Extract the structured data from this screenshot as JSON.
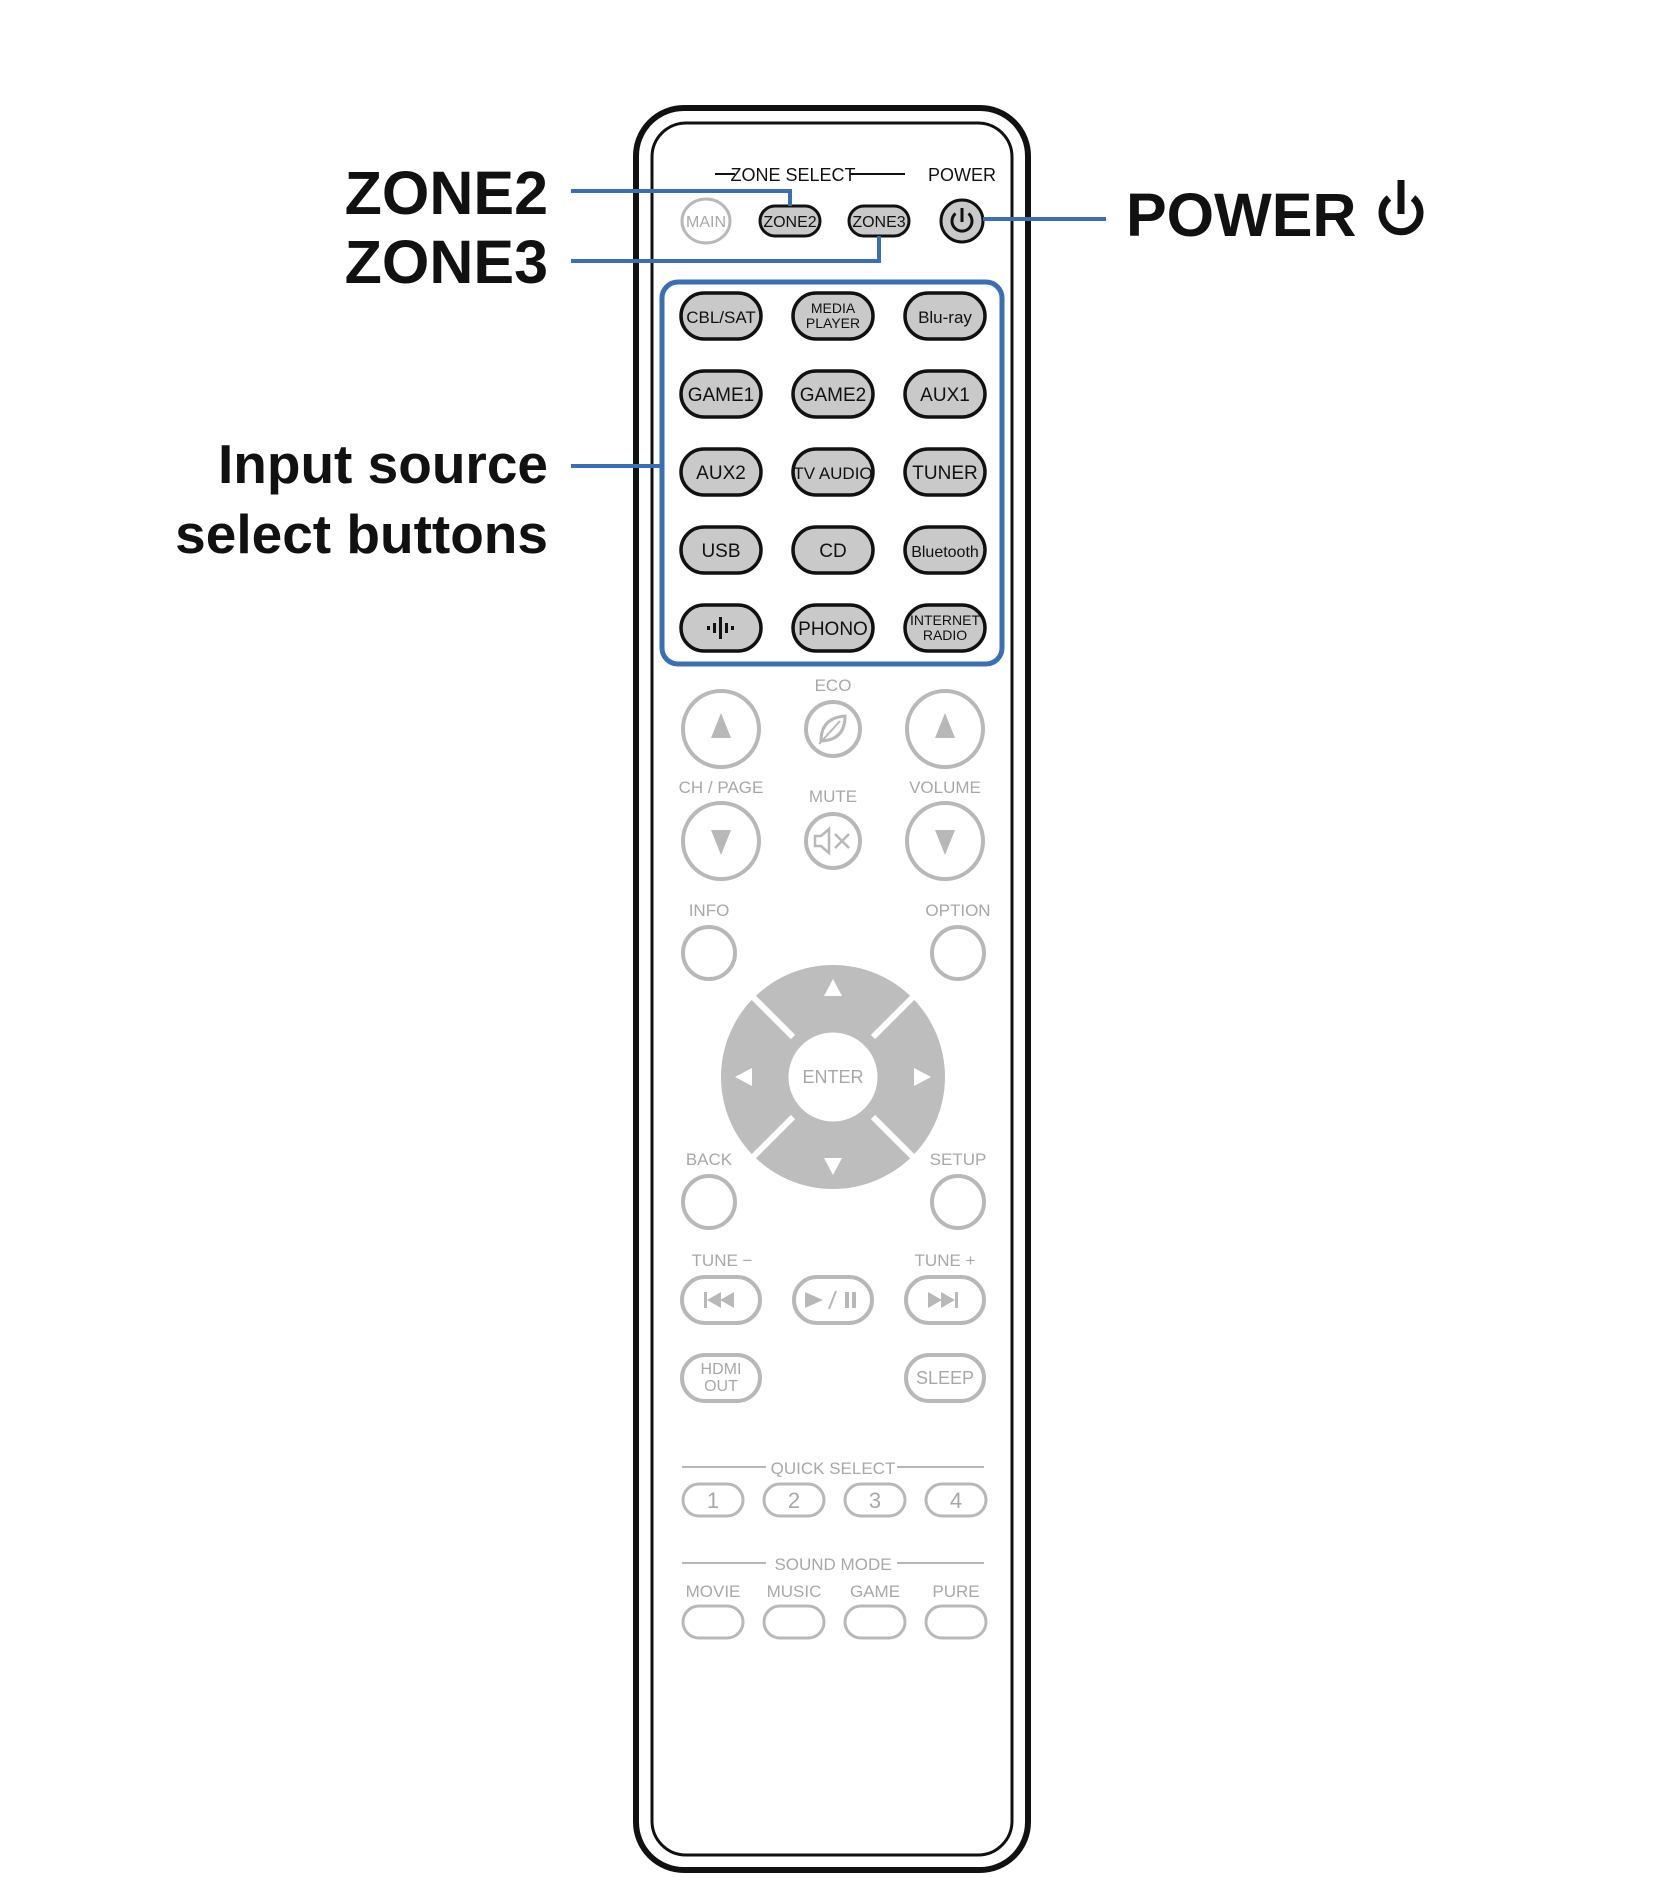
{
  "callouts": {
    "zone2": "ZONE2",
    "zone3": "ZONE3",
    "power": "POWER",
    "input_source_line1": "Input source",
    "input_source_line2": "select buttons"
  },
  "colors": {
    "callout_line": "#3a6fb3",
    "highlight_box": "#3a6fb3",
    "active_button_fill": "#c9c9c9",
    "active_outline": "#111111",
    "inactive_outline": "#b8b8b8",
    "inactive_text": "#a8a8a8",
    "body_outline": "#111111"
  },
  "remote": {
    "zone_select_label": "ZONE SELECT",
    "power_label": "POWER",
    "zone_buttons": [
      "MAIN",
      "ZONE2",
      "ZONE3"
    ],
    "power_icon": "power-icon",
    "input_buttons": [
      [
        "CBL/SAT",
        "MEDIA|PLAYER",
        "Blu-ray"
      ],
      [
        "GAME1",
        "GAME2",
        "AUX1"
      ],
      [
        "AUX2",
        "TV AUDIO",
        "TUNER"
      ],
      [
        "USB",
        "CD",
        "Bluetooth"
      ],
      [
        "heos-icon",
        "PHONO",
        "INTERNET|RADIO"
      ]
    ],
    "eco_label": "ECO",
    "ch_page_label": "CH / PAGE",
    "mute_label": "MUTE",
    "volume_label": "VOLUME",
    "info_label": "INFO",
    "option_label": "OPTION",
    "enter_label": "ENTER",
    "back_label": "BACK",
    "setup_label": "SETUP",
    "tune_minus_label": "TUNE −",
    "tune_plus_label": "TUNE +",
    "hdmi_out_label": "HDMI|OUT",
    "sleep_label": "SLEEP",
    "quick_select_label": "QUICK SELECT",
    "quick_select_buttons": [
      "1",
      "2",
      "3",
      "4"
    ],
    "sound_mode_label": "SOUND MODE",
    "sound_modes": [
      "MOVIE",
      "MUSIC",
      "GAME",
      "PURE"
    ]
  }
}
